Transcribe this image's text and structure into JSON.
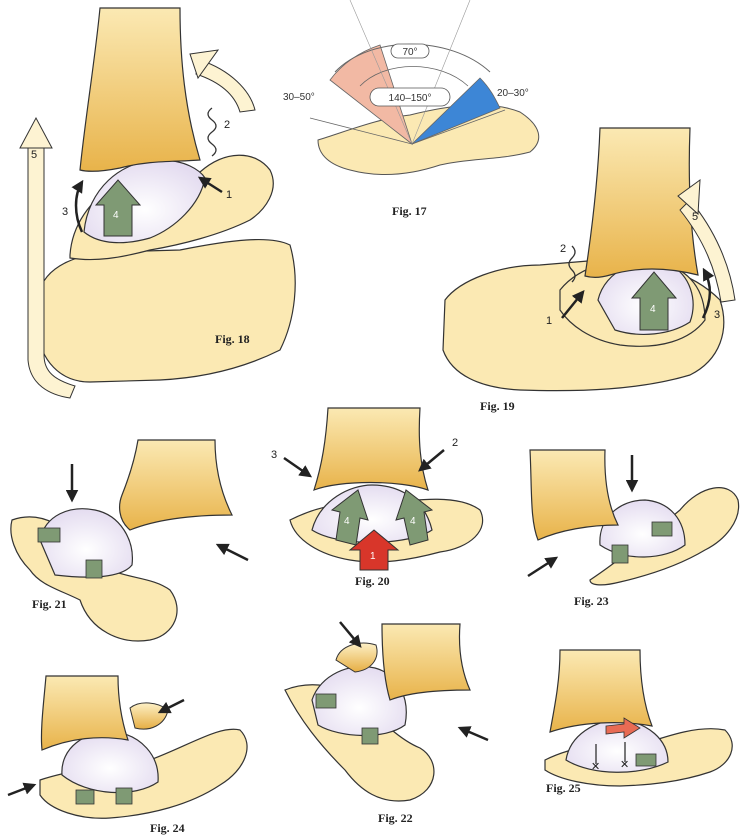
{
  "figures": {
    "fig17": {
      "caption": "Fig. 17",
      "angles": {
        "top": "70°",
        "center": "140–150°",
        "left": "30–50°",
        "right": "20–30°"
      }
    },
    "fig18": {
      "caption": "Fig. 18",
      "labels": [
        "1",
        "2",
        "3",
        "4",
        "5"
      ]
    },
    "fig19": {
      "caption": "Fig. 19",
      "labels": [
        "1",
        "2",
        "3",
        "4",
        "5"
      ]
    },
    "fig20": {
      "caption": "Fig. 20",
      "labels": [
        "1",
        "2",
        "3",
        "4",
        "4"
      ]
    },
    "fig21": {
      "caption": "Fig. 21"
    },
    "fig22": {
      "caption": "Fig. 22"
    },
    "fig23": {
      "caption": "Fig. 23"
    },
    "fig24": {
      "caption": "Fig. 24"
    },
    "fig25": {
      "caption": "Fig. 25"
    }
  },
  "colors": {
    "bone_light": "#fbe9b3",
    "bone_dark": "#e8b34a",
    "talus_dome": "#ece6f5",
    "ligament_green": "#7f9a74",
    "arrow_red": "#d8362a",
    "wedge_pink": "#f2b9a4",
    "wedge_blue": "#3d86d6",
    "outline": "#333333"
  }
}
